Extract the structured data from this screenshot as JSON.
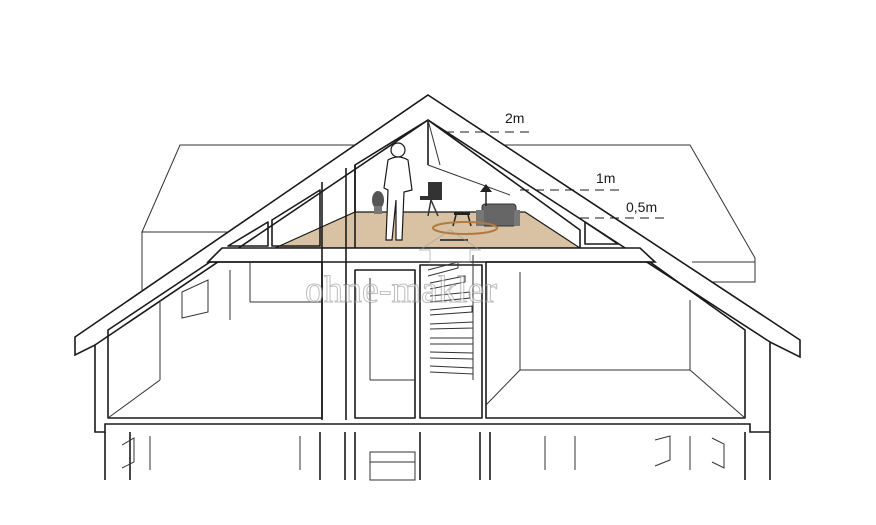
{
  "image": {
    "description_labels": {
      "height_2m": "2m",
      "height_1m": "1m",
      "height_05m": "0,5m"
    },
    "watermark": "ohne-makler"
  },
  "colors": {
    "line": "#1a1a1a",
    "floor": "#d9c2a3",
    "background": "#ffffff",
    "watermark": "#ffffff"
  }
}
